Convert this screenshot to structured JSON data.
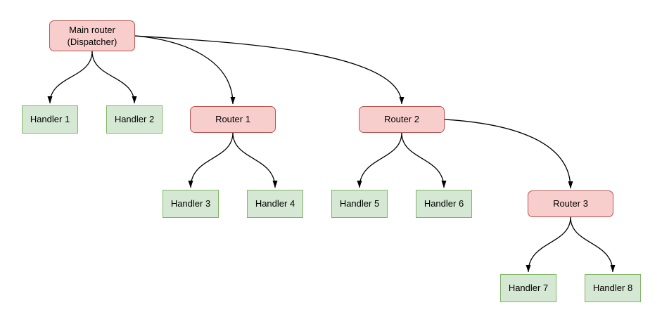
{
  "diagram": {
    "type": "tree-flowchart",
    "colors": {
      "background": "#ffffff",
      "router_fill": "#f8cecc",
      "router_border": "#b85450",
      "handler_fill": "#d5e8d4",
      "handler_border": "#82b366",
      "edge": "#000000",
      "text": "#000000"
    },
    "nodes": {
      "main": {
        "label": "Main router\n(Dispatcher)",
        "type": "router"
      },
      "router1": {
        "label": "Router 1",
        "type": "router"
      },
      "router2": {
        "label": "Router 2",
        "type": "router"
      },
      "router3": {
        "label": "Router 3",
        "type": "router"
      },
      "handler1": {
        "label": "Handler 1",
        "type": "handler"
      },
      "handler2": {
        "label": "Handler 2",
        "type": "handler"
      },
      "handler3": {
        "label": "Handler 3",
        "type": "handler"
      },
      "handler4": {
        "label": "Handler 4",
        "type": "handler"
      },
      "handler5": {
        "label": "Handler 5",
        "type": "handler"
      },
      "handler6": {
        "label": "Handler 6",
        "type": "handler"
      },
      "handler7": {
        "label": "Handler 7",
        "type": "handler"
      },
      "handler8": {
        "label": "Handler 8",
        "type": "handler"
      }
    },
    "edges": [
      {
        "from": "main",
        "to": "handler1"
      },
      {
        "from": "main",
        "to": "handler2"
      },
      {
        "from": "main",
        "to": "router1"
      },
      {
        "from": "main",
        "to": "router2"
      },
      {
        "from": "router1",
        "to": "handler3"
      },
      {
        "from": "router1",
        "to": "handler4"
      },
      {
        "from": "router2",
        "to": "handler5"
      },
      {
        "from": "router2",
        "to": "handler6"
      },
      {
        "from": "router2",
        "to": "router3"
      },
      {
        "from": "router3",
        "to": "handler7"
      },
      {
        "from": "router3",
        "to": "handler8"
      }
    ]
  }
}
